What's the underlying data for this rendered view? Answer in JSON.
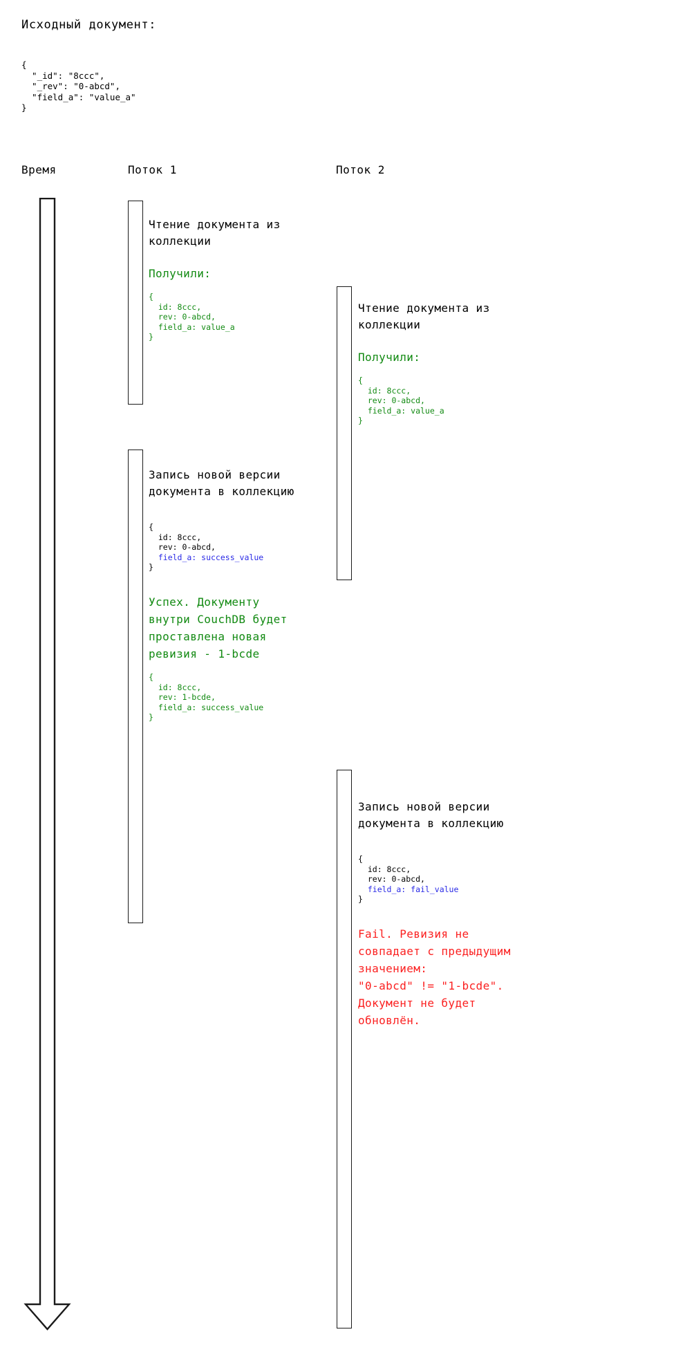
{
  "intro": {
    "title": "Исходный документ:",
    "code": "{\n  \"_id\": \"8ccc\",\n  \"_rev\": \"0-abcd\",\n  \"field_a\": \"value_a\"\n}"
  },
  "columns": {
    "time_label": "Время",
    "thread1_label": "Поток 1",
    "thread2_label": "Поток 2"
  },
  "colors": {
    "green": "#128a12",
    "red": "#fb2020",
    "blue": "#2a2ae6",
    "black": "#000000",
    "bar_border": "#1a1a1a",
    "background": "#ffffff"
  },
  "thread1": {
    "step1": {
      "title": "Чтение документа из\nколлекции",
      "result_label": "Получили:",
      "code": "{\n  id: 8ccc,\n  rev: 0-abcd,\n  field_a: value_a\n}"
    },
    "step2": {
      "title": "Запись новой версии\nдокумента в коллекцию",
      "code_head": "{\n  id: 8ccc,\n  rev: 0-abcd,\n",
      "code_highlight": "  field_a: success_value",
      "code_tail": "\n}",
      "outcome": "Успех. Документу\nвнутри CouchDB будет\nпроставлена новая\nревизия - 1-bcde",
      "code_after": "{\n  id: 8ccc,\n  rev: 1-bcde,\n  field_a: success_value\n}"
    }
  },
  "thread2": {
    "step1": {
      "title": "Чтение документа из\nколлекции",
      "result_label": "Получили:",
      "code": "{\n  id: 8ccc,\n  rev: 0-abcd,\n  field_a: value_a\n}"
    },
    "step2": {
      "title": "Запись новой версии\nдокумента в коллекцию",
      "code_head": "{\n  id: 8ccc,\n  rev: 0-abcd,\n",
      "code_highlight": "  field_a: fail_value",
      "code_tail": "\n}",
      "outcome": "Fail. Ревизия не\nсовпадает с предыдущим\nзначением:\n\"0-abcd\" != \"1-bcde\".\nДокумент не будет\nобновлён."
    }
  }
}
